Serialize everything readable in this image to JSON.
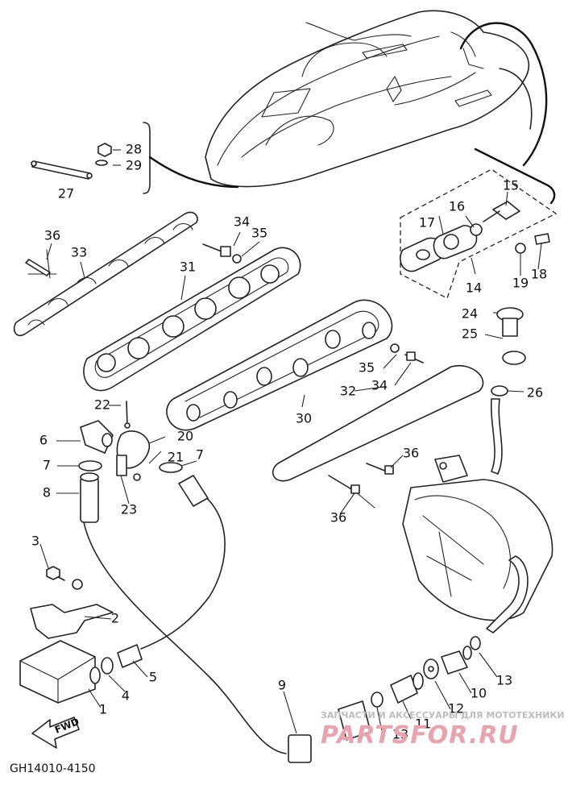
{
  "diagram": {
    "code": "GH14010-4150",
    "fwd_label": "FWD",
    "watermark": {
      "line1": "ЗАПЧАСТИ И АКСЕССУАРЫ ДЛЯ МОТОТЕХНИКИ",
      "line2": "PARTSFOR.RU"
    },
    "callouts": [
      "1",
      "2",
      "3",
      "4",
      "5",
      "6",
      "7",
      "7",
      "8",
      "9",
      "10",
      "11",
      "12",
      "13",
      "13",
      "14",
      "15",
      "16",
      "17",
      "18",
      "19",
      "20",
      "21",
      "22",
      "23",
      "24",
      "25",
      "26",
      "27",
      "28",
      "29",
      "30",
      "31",
      "32",
      "33",
      "34",
      "34",
      "35",
      "35",
      "36",
      "36",
      "36"
    ]
  }
}
